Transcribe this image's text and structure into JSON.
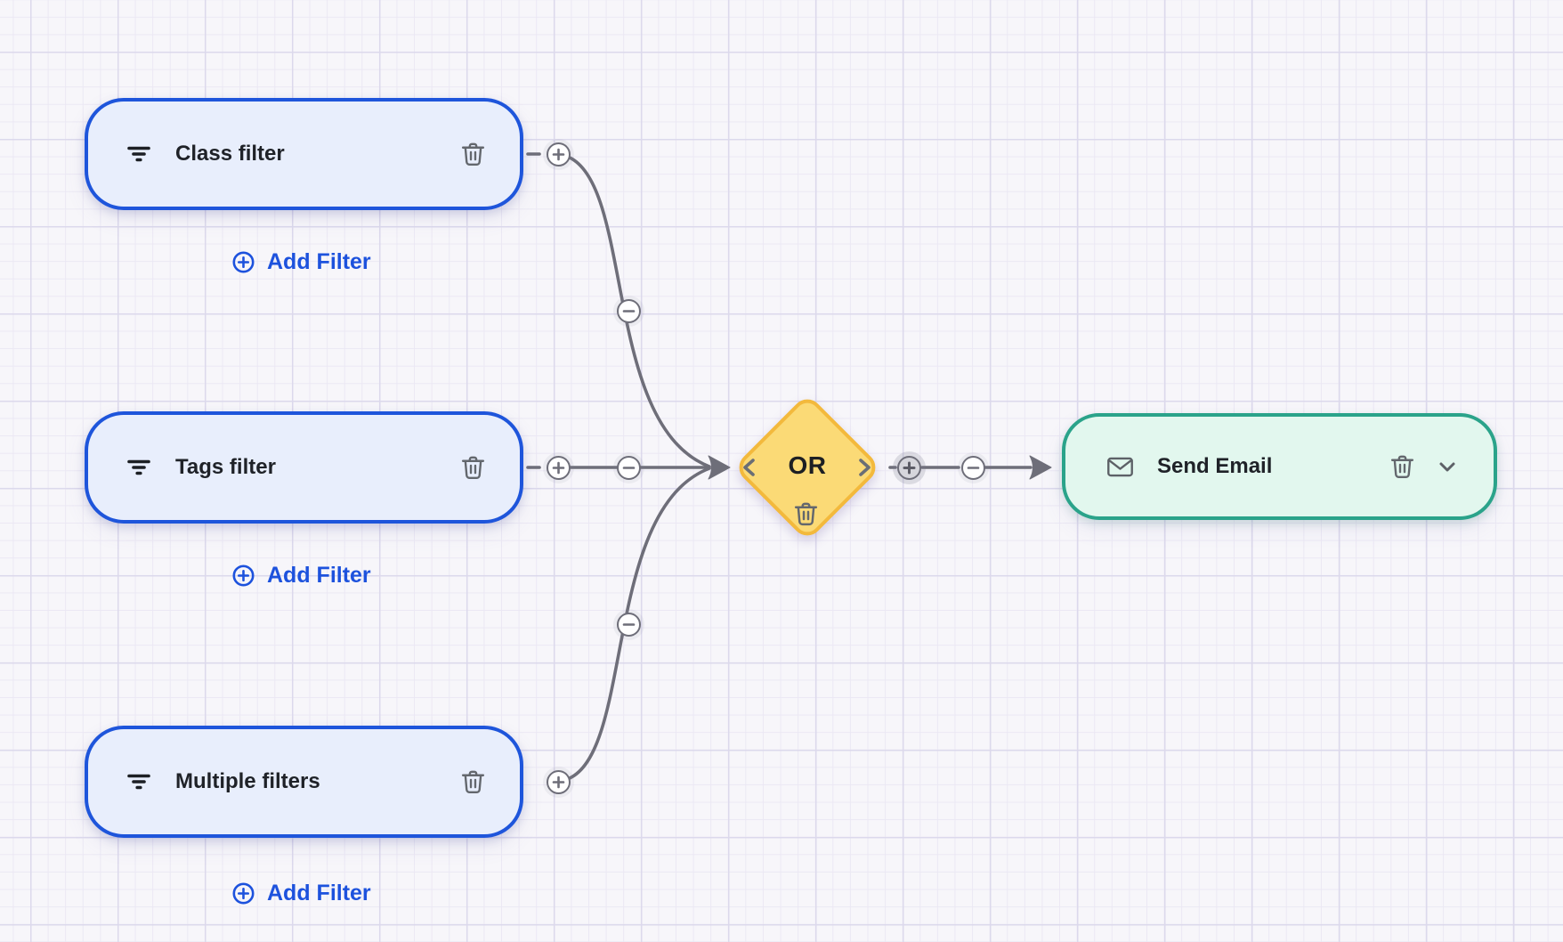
{
  "labels": {
    "add_filter": "Add Filter"
  },
  "nodes": {
    "filters": [
      {
        "label": "Class filter"
      },
      {
        "label": "Tags filter"
      },
      {
        "label": "Multiple filters"
      }
    ],
    "operator": {
      "label": "OR"
    },
    "action": {
      "label": "Send Email"
    }
  },
  "icons": {
    "filter": "filter-icon",
    "trash": "trash-icon",
    "mail": "mail-icon",
    "plus_circle": "plus-circle-icon",
    "minus_circle": "minus-circle-icon",
    "chevron_left": "chevron-left-icon",
    "chevron_right": "chevron-right-icon",
    "chevron_down": "chevron-down-icon",
    "arrowhead": "arrowhead-icon"
  },
  "colors": {
    "canvas_bg": "#f7f6fa",
    "grid_minor": "#ebe8f4",
    "grid_major": "#dcd9ec",
    "filter_node_border": "#1e55db",
    "filter_node_fill": "#e8eefc",
    "operator_node_border": "#f3b93c",
    "operator_node_fill": "#fbda76",
    "action_node_border": "#2aa38a",
    "action_node_fill": "#e2f7ee",
    "edge_gray": "#6e6e79",
    "link_blue": "#1d52dd",
    "text_dark": "#1f2228",
    "icon_gray": "#63676d"
  }
}
